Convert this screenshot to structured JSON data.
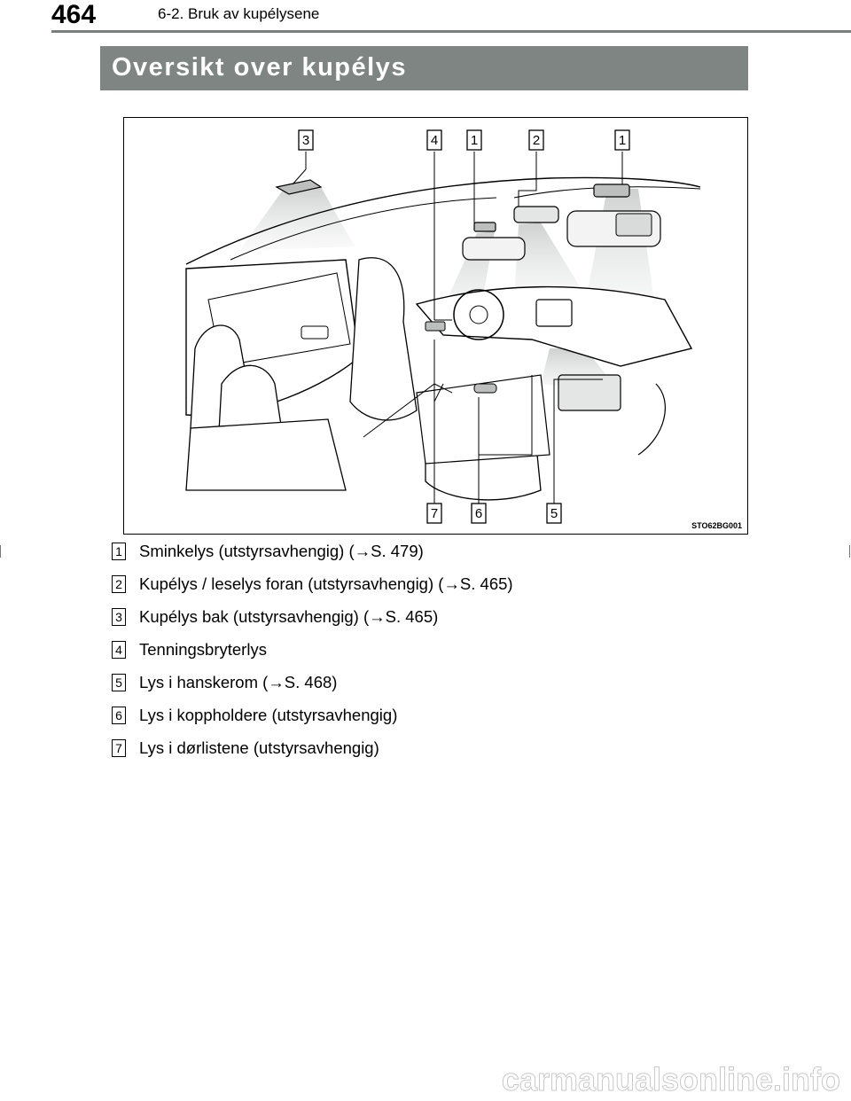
{
  "header": {
    "page_number": "464",
    "running_title": "6-2. Bruk av kupélysene"
  },
  "section": {
    "title": "Oversikt over kupélys"
  },
  "figure": {
    "code": "STO62BG001",
    "callouts_top": [
      "3",
      "4",
      "1",
      "2",
      "1"
    ],
    "callouts_bottom": [
      "7",
      "6",
      "5"
    ]
  },
  "legend": [
    {
      "marker": "1",
      "text": "Sminkelys (utstyrsavhengig) (→S. 479)"
    },
    {
      "marker": "2",
      "text": "Kupélys / leselys foran (utstyrsavhengig) (→S. 465)"
    },
    {
      "marker": "3",
      "text": "Kupélys bak (utstyrsavhengig) (→S. 465)"
    },
    {
      "marker": "4",
      "text": "Tenningsbryterlys"
    },
    {
      "marker": "5",
      "text": "Lys i hanskerom (→S. 468)"
    },
    {
      "marker": "6",
      "text": "Lys i koppholdere (utstyrsavhengig)"
    },
    {
      "marker": "7",
      "text": "Lys i dørlistene (utstyrsavhengig)"
    }
  ],
  "footer": {
    "watermark": "carmanualsonline.info"
  }
}
